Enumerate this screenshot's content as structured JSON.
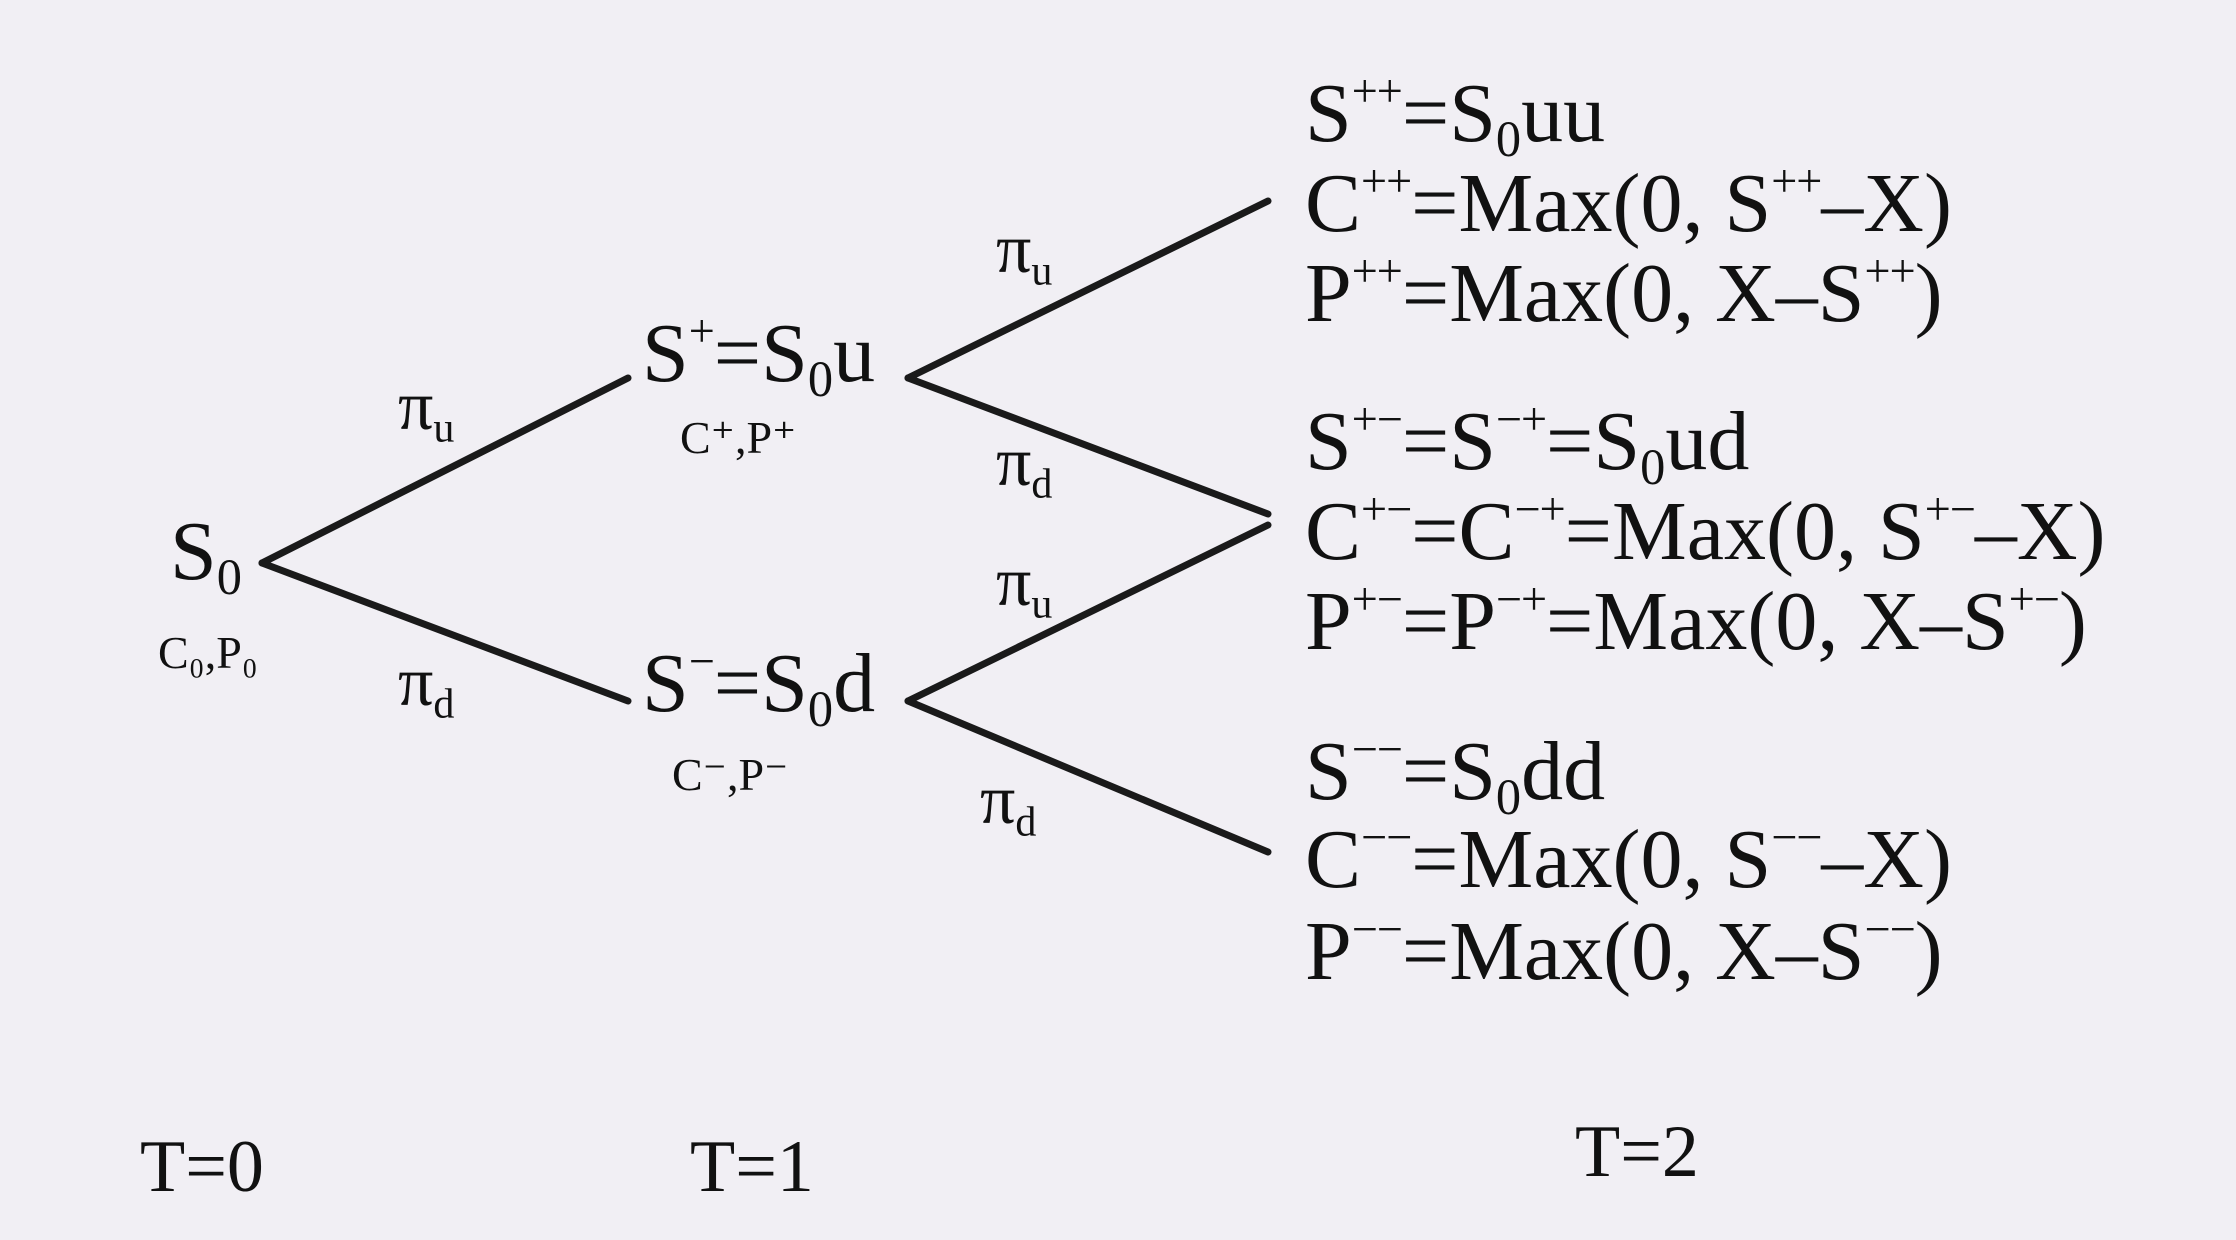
{
  "nodes": {
    "s0": {
      "main": "S",
      "sub": "0",
      "extra": "C₀,P₀"
    },
    "s_up": {
      "S": "S",
      "sup": "+",
      "eq": "=S",
      "sub": "0",
      "tail": "u",
      "extra": "C⁺,P⁺"
    },
    "s_down": {
      "S": "S",
      "sup": "−",
      "eq": "=S",
      "sub": "0",
      "tail": "d",
      "extra": "C⁻,P⁻"
    }
  },
  "probabilities": {
    "pi": "π",
    "up": "u",
    "down": "d"
  },
  "terminal": {
    "uu": {
      "s": {
        "a": "S",
        "a_sup": "++",
        "b": "=S",
        "b_sub": "0",
        "c": "uu"
      },
      "c": {
        "a": "C",
        "a_sup": "++",
        "b": "=Max(0, S",
        "b_sup": "++",
        "c": "–X)"
      },
      "p": {
        "a": "P",
        "a_sup": "++",
        "b": "=Max(0, X–S",
        "b_sup": "++",
        "c": ")"
      }
    },
    "ud": {
      "s": {
        "a": "S",
        "a_sup": "+−",
        "b": "=S",
        "b_sup": "−+",
        "c": "=S",
        "c_sub": "0",
        "d": "ud"
      },
      "c": {
        "a": "C",
        "a_sup": "+−",
        "b": "=C",
        "b_sup": "−+",
        "c": "=Max(0, S",
        "c_sup": "+−",
        "d": "–X)"
      },
      "p": {
        "a": "P",
        "a_sup": "+−",
        "b": "=P",
        "b_sup": "−+",
        "c": "=Max(0, X–S",
        "c_sup": "+−",
        "d": ")"
      }
    },
    "dd": {
      "s": {
        "a": "S",
        "a_sup": "−−",
        "b": "=S",
        "b_sub": "0",
        "c": "dd"
      },
      "c": {
        "a": "C",
        "a_sup": "−−",
        "b": "=Max(0, S",
        "b_sup": "−−",
        "c": "–X)"
      },
      "p": {
        "a": "P",
        "a_sup": "−−",
        "b": "=Max(0, X–S",
        "b_sup": "−−",
        "c": ")"
      }
    }
  },
  "time_labels": [
    "T=0",
    "T=1",
    "T=2"
  ]
}
